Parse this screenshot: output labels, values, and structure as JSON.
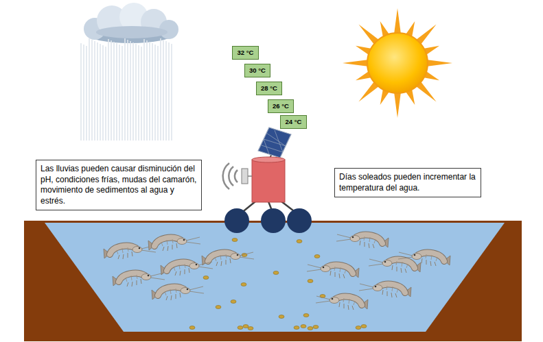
{
  "diagram": {
    "nodes": [
      {
        "text": [
          "32 °C"
        ]
      },
      {
        "text": [
          "30 °C"
        ]
      },
      {
        "text": [
          "28 °C"
        ]
      },
      {
        "text": [
          "26 °C"
        ]
      },
      {
        "text": [
          "24 °C"
        ]
      },
      {
        "text": [
          "Las lluvias pueden causar disminución del pH, condiciones frías, mudas del camarón, movimiento de sedimentos al agua y estrés."
        ]
      },
      {
        "text": [
          "Días soleados pueden incrementar la temperatura del agua."
        ]
      }
    ]
  }
}
